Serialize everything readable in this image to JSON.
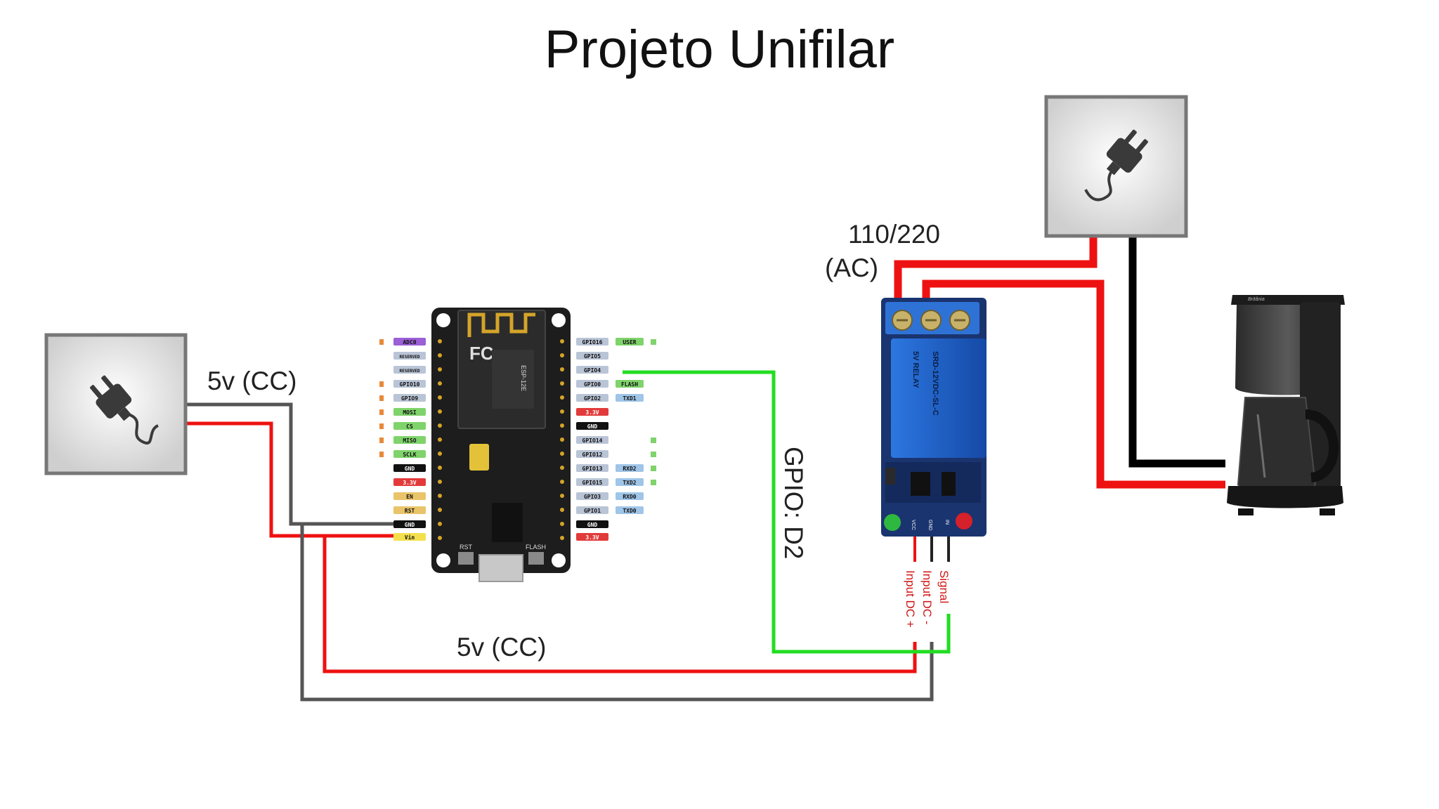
{
  "title": "Projeto Unifilar",
  "labels": {
    "supply_left": "5v (CC)",
    "supply_bottom": "5v (CC)",
    "mains": "110/220",
    "mains_type": "(AC)",
    "gpio": "GPIO: D2"
  },
  "nodemcu": {
    "left_pins": [
      "ADC0",
      "RESERVED",
      "RESERVED",
      "GPIO10",
      "GPIO9",
      "MOSI",
      "CS",
      "MISO",
      "SCLK",
      "GND",
      "3.3V",
      "EN",
      "RST",
      "GND",
      "Vin"
    ],
    "right_pins": [
      "GPIO16",
      "GPIO5",
      "GPIO4",
      "GPIO0",
      "GPIO2",
      "3.3V",
      "GND",
      "GPIO14",
      "GPIO12",
      "GPIO13",
      "GPIO15",
      "GPIO3",
      "GPIO1",
      "GND",
      "3.3V"
    ],
    "right_alt": [
      "USER",
      "",
      "",
      "FLASH",
      "TXD1",
      "",
      "",
      "",
      "",
      "RXD2",
      "TXD2",
      "RXD0",
      "TXD0",
      "",
      ""
    ],
    "left_colors": [
      "#9b5fd6",
      "#b9c4d6",
      "#b9c4d6",
      "#b9c4d6",
      "#b9c4d6",
      "#7fd36b",
      "#7fd36b",
      "#7fd36b",
      "#7fd36b",
      "#111111",
      "#e23a3a",
      "#e9c46a",
      "#e9c46a",
      "#111111",
      "#f4e04d"
    ],
    "right_colors": [
      "#b9c4d6",
      "#b9c4d6",
      "#b9c4d6",
      "#b9c4d6",
      "#b9c4d6",
      "#e23a3a",
      "#111111",
      "#b9c4d6",
      "#b9c4d6",
      "#b9c4d6",
      "#b9c4d6",
      "#b9c4d6",
      "#b9c4d6",
      "#111111",
      "#e23a3a"
    ],
    "chip": "ESP-12E",
    "fcc": "FC",
    "rst_label": "RST",
    "flash_label": "FLASH"
  },
  "relay": {
    "pins": [
      "VCC",
      "GND",
      "IN"
    ],
    "leads": [
      "Input DC +",
      "Input DC -",
      "Signal"
    ],
    "body_text": "SRD-12VDC-SL-C",
    "module_text": "5V RELAY"
  },
  "coffee_maker": {
    "brand": "Britânia"
  },
  "icons": {
    "left_outlet": "power-plug-icon",
    "right_outlet": "power-plug-icon"
  },
  "colors": {
    "positive_wire": "#ee1111",
    "ground_wire": "#555555",
    "signal_wire": "#22dd22",
    "neutral_wire": "#000000",
    "pcb": "#1d1d1d",
    "relay_body": "#1b5fc8",
    "relay_pcb": "#1a3470"
  }
}
